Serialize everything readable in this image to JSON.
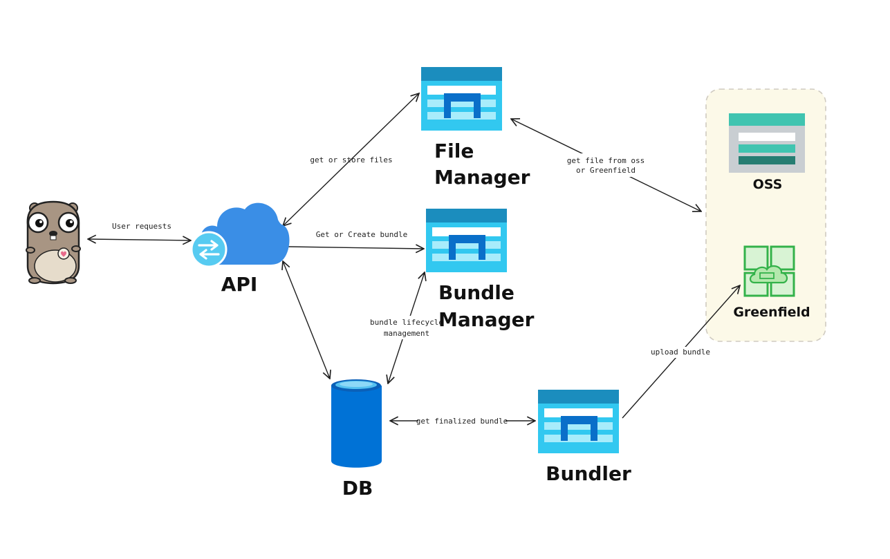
{
  "nodes": {
    "user": {
      "label": "",
      "icon": "gopher-mascot-icon"
    },
    "api": {
      "label": "API",
      "icon": "cloud-api-icon"
    },
    "file_manager": {
      "label_line1": "File",
      "label_line2": "Manager",
      "icon": "storage-window-icon"
    },
    "bundle_manager": {
      "label_line1": "Bundle",
      "label_line2": "Manager",
      "icon": "storage-window-icon"
    },
    "db": {
      "label": "DB",
      "icon": "database-cylinder-icon"
    },
    "bundler": {
      "label": "Bundler",
      "icon": "storage-window-icon"
    },
    "oss": {
      "label": "OSS",
      "icon": "object-storage-icon"
    },
    "greenfield": {
      "label": "Greenfield",
      "icon": "greenfield-cloud-icon"
    }
  },
  "edges": {
    "user_api": "User requests",
    "api_file_manager": "get or store files",
    "api_bundle_manager": "Get or Create bundle",
    "db_bundle_manager_line1": "bundle lifecycle",
    "db_bundle_manager_line2": "management",
    "file_manager_storage_line1": "get file from oss",
    "file_manager_storage_line2": "or Greenfield",
    "db_bundler": "get finalized bundle",
    "bundler_greenfield": "upload bundle"
  },
  "colors": {
    "window_header": "#1b8dbe",
    "window_body": "#32c8f0",
    "window_stripe_light": "#a8ecfb",
    "window_arch": "#0a6fc9",
    "cloud": "#3a8ee6",
    "db": "#0072d6",
    "oss_header": "#40c4b0",
    "oss_body": "#c9ced2",
    "greenfield": "#33b24a",
    "storage_group_bg": "#fcf9e8"
  }
}
